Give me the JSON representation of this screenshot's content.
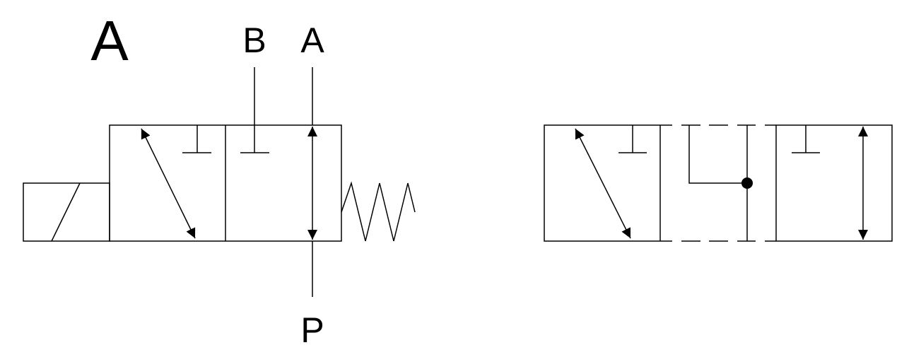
{
  "title_label": "A",
  "ports": {
    "b": "B",
    "a": "A",
    "p": "P"
  },
  "colors": {
    "line": "#000000",
    "background": "#ffffff"
  }
}
